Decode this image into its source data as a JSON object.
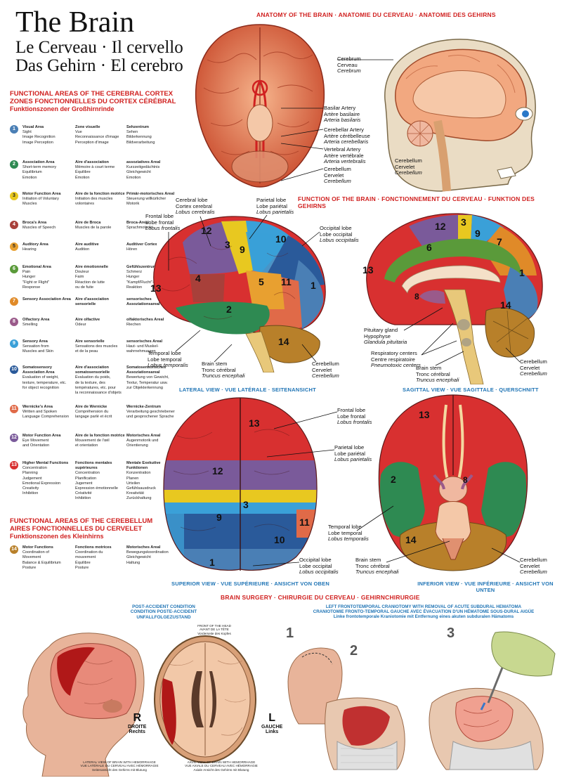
{
  "header": {
    "title": "The Brain",
    "subtitle_1": "Le Cerveau · Il cervello",
    "subtitle_2": "Das Gehirn · El cerebro"
  },
  "section_heads": {
    "anatomy": "ANATOMY OF THE BRAIN · ANATOMIE DU CERVEAU · ANATOMIE DES GEHIRNS",
    "function": "FUNCTION OF THE BRAIN · FONCTIONNEMENT DU CERVEAU · FUNKTION DES GEHIRNS",
    "lateral": "LATERAL VIEW · VUE LATÉRALE · SEITENANSICHT",
    "sagittal": "SAGITTAL VIEW · VUE SAGITTALE · QUERSCHNITT",
    "superior": "SUPERIOR VIEW · VUE SUPÉRIEURE · ANSICHT VON OBEN",
    "inferior": "INFERIOR VIEW · VUE INFÉRIEURE · ANSICHT VON UNTEN",
    "surgery": "BRAIN SURGERY · CHIRURGIE DU CERVEAU · GEHIRNCHIRURGIE"
  },
  "cortex_section": {
    "en": "FUNCTIONAL AREAS OF THE CEREBRAL CORTEX",
    "fr": "ZONES FONCTIONNELLES DU CORTEX CÉRÉBRAL",
    "de": "Funktionszonen der Großhirnrinde"
  },
  "cerebellum_section": {
    "en": "FUNCTIONAL AREAS OF THE CEREBELLUM",
    "fr": "AIRES FONCTIONNELLES DU CERVELET",
    "de": "Funktionszonen des Kleinhirns"
  },
  "areas": [
    {
      "n": "1",
      "color": "#4a7fb5",
      "en": "Visual Area",
      "en_d": "Sight\nImage Recognition\nImage Perception",
      "fr": "Zone visuelle",
      "fr_d": "Vue\nReconnaissance d'image\nPerception d'image",
      "de": "Sehzentrum",
      "de_d": "Sehen\nBilderkennung\nBildverarbeitung"
    },
    {
      "n": "2",
      "color": "#2e8a52",
      "en": "Association Area",
      "en_d": "Short-term memory\nEquilibrium\nEmotion",
      "fr": "Aire d'association",
      "fr_d": "Mémoire à court terme\nÉquilibre\nÉmotion",
      "de": "assoziatives Areal",
      "de_d": "Kurzzeitgedächtnis\nGleichgewicht\nEmotion"
    },
    {
      "n": "3",
      "color": "#e8c820",
      "en": "Motor Function Area",
      "en_d": "Initiation of Voluntary\nMuscles",
      "fr": "Aire de la fonction motrice",
      "fr_d": "Initiation des muscles\nvolontaires",
      "de": "Primär-motorisches Areal",
      "de_d": "Steuerung willkürlicher\nMotorik"
    },
    {
      "n": "4",
      "color": "#a8403a",
      "en": "Broca's Area",
      "en_d": "Muscles of Speech",
      "fr": "Aire de Broca",
      "fr_d": "Muscles de la parole",
      "de": "Broca-Areal",
      "de_d": "Sprachmotorik"
    },
    {
      "n": "5",
      "color": "#e8a030",
      "en": "Auditory Area",
      "en_d": "Hearing",
      "fr": "Aire auditive",
      "fr_d": "Audition",
      "de": "Auditiver Cortex",
      "de_d": "Hören"
    },
    {
      "n": "6",
      "color": "#5a9a3a",
      "en": "Emotional Area",
      "en_d": "Pain\nHunger\n\"Fight or Flight\"\nResponse",
      "fr": "Aire émotionnelle",
      "fr_d": "Douleur\nFaim\nRéaction de lutte\nou de fuite",
      "de": "Gefühlszentrum",
      "de_d": "Schmerz\nHunger\n\"Kampf/Flucht\"-\nReaktion"
    },
    {
      "n": "7",
      "color": "#e08a28",
      "en": "Sensory Association Area",
      "en_d": "",
      "fr": "Aire d'association sensorielle",
      "fr_d": "",
      "de": "sensorisches Assoziationsareal",
      "de_d": ""
    },
    {
      "n": "8",
      "color": "#9a5a8a",
      "en": "Olfactory Area",
      "en_d": "Smelling",
      "fr": "Aire olfactive",
      "fr_d": "Odeur",
      "de": "olfaktorisches Areal",
      "de_d": "Riechen"
    },
    {
      "n": "9",
      "color": "#3aa0d8",
      "en": "Sensory Area",
      "en_d": "Sensation from\nMuscles and Skin",
      "fr": "Aire sensorielle",
      "fr_d": "Sensations des muscles\net de la peau",
      "de": "sensorisches Areal",
      "de_d": "Haut- und Muskel-\nwahrnehmungen"
    },
    {
      "n": "10",
      "color": "#2a5a9a",
      "en": "Somatosensory Association Area",
      "en_d": "Evaluation of weight,\ntexture, temperature, etc.\nfor object recognition",
      "fr": "Aire d'association somatosensorielle",
      "fr_d": "Évaluation du poids,\nde la texture, des\ntempératures, etc. pour\nla reconnaissance d'objets",
      "de": "Somatosensorisches Assoziationsareal",
      "de_d": "Bewertung von Gewicht,\nTextur, Temperatur usw.\nzur Objekterkennung"
    },
    {
      "n": "11",
      "color": "#e06a48",
      "en": "Wernicke's Area",
      "en_d": "Written and Spoken\nLanguage Comprehension",
      "fr": "Aire de Wernicke",
      "fr_d": "Compréhension du\nlangage parlé et écrit",
      "de": "Wernicke-Zentrum",
      "de_d": "Verarbeitung geschriebener\nund gesprochener Sprache"
    },
    {
      "n": "12",
      "color": "#7a5a9a",
      "en": "Motor Function Area",
      "en_d": "Eye Movement\nand Orientation",
      "fr": "Aire de la fonction motrice",
      "fr_d": "Mouvement de l'œil\net orientation",
      "de": "Motorisches Areal",
      "de_d": "Augenmotorik und\nOrientierung"
    },
    {
      "n": "13",
      "color": "#d83030",
      "en": "Higher Mental Functions",
      "en_d": "Concentration\nPlanning\nJudgement\nEmotional Expression\nCreativity\nInhibition",
      "fr": "Fonctions mentales supérieures",
      "fr_d": "Concentration\nPlanification\nJugement\nExpression émotionnelle\nCréativité\nInhibition",
      "de": "Mentale Exekutive Funktionen",
      "de_d": "Konzentration\nPlanen\nUrteilen\nGefühlsausdruck\nKreativität\nZurückhaltung"
    }
  ],
  "cerebellum_area": {
    "n": "14",
    "color": "#b8802a",
    "en": "Motor Functions",
    "en_d": "Coordination of\nMovement\nBalance & Equilibrium\nPosture",
    "fr": "Fonctions motrices",
    "fr_d": "Coordination du\nmouvement\nÉquilibre\nPosture",
    "de": "Motorisches Areal",
    "de_d": "Bewegungskoordination\nGleichgewicht\nHaltung"
  },
  "anatomy_labels": {
    "cerebrum": "Cerebrum",
    "cerebrum_fr": "Cerveau",
    "cerebrum_la": "Cerebrum",
    "basilar": "Basilar Artery",
    "basilar_fr": "Artère basilaire",
    "basilar_la": "Arteria basilaris",
    "cerebellar": "Cerebellar Artery",
    "cerebellar_fr": "Artère cérébelleuse",
    "cerebellar_la": "Arteria cerebellaris",
    "vertebral": "Vertebral Artery",
    "vertebral_fr": "Artère vertébrale",
    "vertebral_la": "Arteria vertebralis",
    "cerebellum": "Cerebellum",
    "cerebellum_fr": "Cervelet",
    "cerebellum_la": "Cerebellum"
  },
  "lobe_labels": {
    "frontal": "Frontal lobe",
    "frontal_fr": "Lobe frontal",
    "frontal_la": "Lobus frontalis",
    "cerebral": "Cerebral lobe",
    "cerebral_fr": "Cortex cerebral",
    "cerebral_la": "Lobus cerebralis",
    "parietal": "Parietal lobe",
    "parietal_fr": "Lobe pariétal",
    "parietal_la": "Lobus parietalis",
    "occipital": "Occipital lobe",
    "occipital_fr": "Lobe occipital",
    "occipital_la": "Lobus occipitalis",
    "temporal": "Temporal lobe",
    "temporal_fr": "Lobe temporal",
    "temporal_la": "Lobus temporalis",
    "brainstem": "Brain stem",
    "brainstem_fr": "Tronc cérébral",
    "brainstem_la": "Truncus encephali",
    "cerebellum": "Cerebellum",
    "cerebellum_fr": "Cervelet",
    "cerebellum_la": "Cerebellum",
    "pituitary": "Pituitary gland",
    "pituitary_fr": "Hypophyse",
    "pituitary_la": "Glandula pituitaria",
    "resp": "Respiratory centers",
    "resp_fr": "Centre respiratoire",
    "resp_la": "Pneumotoxic centers"
  },
  "surgery": {
    "post_en": "POST-ACCIDENT CONDITION",
    "post_fr": "CONDITION POSTE-ACCIDENT",
    "post_de": "UNFALLFOLGEZUSTAND",
    "left_en": "LEFT FRONTOTEMPORAL CRANIOTOMY WITH REMOVAL OF ACUTE SUBDURAL HEMATOMA",
    "left_fr": "CRANIOTOMIE FRONTO-TEMPORAL GAUCHE AVEC ÉVACUATION D'UN HÉMATOME SOUS-DURAL AIGÜE",
    "left_de": "Linke frontotemporale Kraniotomie mit Entfernung eines akuten subduralen Hämatoms",
    "r": "R",
    "droite": "DROITE",
    "rechts": "Rechts",
    "l": "L",
    "gauche": "GAUCHE",
    "links": "Links",
    "step1": "1",
    "step2": "2",
    "step3": "3",
    "front_head": "FRONT OF THE HEAD\nAVANT DE LA TÊTE\nVorderseite des Kopfes",
    "lateral_cap": "LATERAL VIEW OF BRAIN WITH HEMORRHAGE\nVUE LATÉRALE DU CERVEAU AVEC HÉMORRAGIE\nSeitenansicht des Gehirns mit Blutung",
    "axial_cap": "AXIAL VIEW OF BRAIN WITH HEMORRHAGE\nVUE AXIALE DU CERVEAU AVEC HÉMORRAGIE\nAxiale Ansicht des Gehirns mit Blutung"
  },
  "numbers": {
    "l12": "12",
    "l3": "3",
    "l9": "9",
    "l10": "10",
    "l4": "4",
    "l13": "13",
    "l5": "5",
    "l11": "11",
    "l1": "1",
    "l2": "2",
    "l14": "14",
    "s12": "12",
    "s3": "3",
    "s9": "9",
    "s7": "7",
    "s6": "6",
    "s13": "13",
    "s8": "8",
    "s1": "1",
    "s14": "14",
    "u13": "13",
    "u12": "12",
    "u3": "3",
    "u9": "9",
    "u11": "11",
    "u10": "10",
    "u1": "1",
    "i13": "13",
    "i2": "2",
    "i8": "8",
    "i14": "14"
  }
}
